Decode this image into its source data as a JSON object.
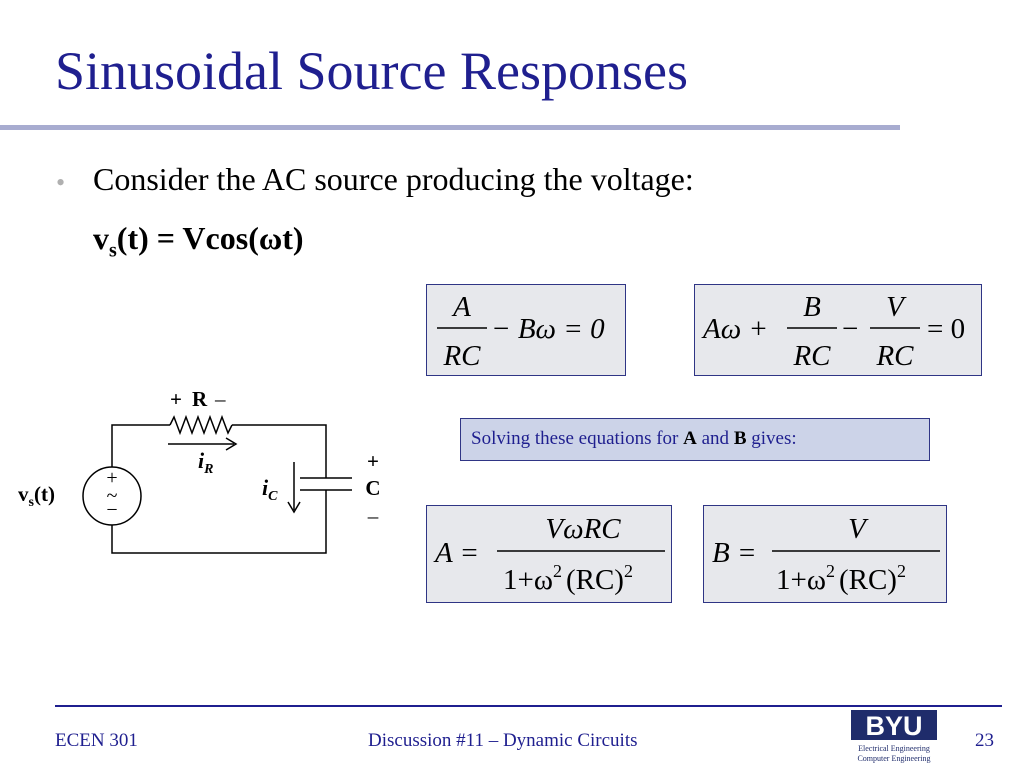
{
  "slide": {
    "title": "Sinusoidal Source Responses",
    "bullet": "Consider the AC source producing the voltage:",
    "source_equation": {
      "v": "v",
      "sub": "s",
      "rest": "(t) = Vcos(ωt)"
    }
  },
  "equations": {
    "eq1": {
      "num": "A",
      "den": "RC",
      "rest": "− Bω = 0"
    },
    "eq2": {
      "lead": "Aω +",
      "num1": "B",
      "den1": "RC",
      "minus": "−",
      "num2": "V",
      "den2": "RC",
      "rest": "= 0"
    },
    "solving": {
      "pre": "Solving these equations for ",
      "a": "A",
      "and": " and ",
      "b": "B",
      "post": " gives:"
    },
    "solA": {
      "lhs": "A =",
      "num": "VωRC",
      "den_lead": "1+ω",
      "den_exp": "2",
      "den_mid": "(RC)",
      "den_exp2": "2"
    },
    "solB": {
      "lhs": "B =",
      "num": "V",
      "den_lead": "1+ω",
      "den_exp": "2",
      "den_mid": "(RC)",
      "den_exp2": "2"
    }
  },
  "circuit": {
    "source_label_v": "v",
    "source_label_sub": "s",
    "source_label_rest": "(t)",
    "source_plus": "+",
    "source_tilde": "~",
    "source_minus": "−",
    "resistor_plus": "+",
    "resistor_label": "R",
    "resistor_minus": "–",
    "ir_i": "i",
    "ir_sub": "R",
    "ic_i": "i",
    "ic_sub": "C",
    "cap_plus": "+",
    "cap_label": "C",
    "cap_minus": "–"
  },
  "footer": {
    "course": "ECEN 301",
    "discussion": "Discussion #11 – Dynamic Circuits",
    "page": "23",
    "logo_text": "BYU",
    "logo_sub1": "Electrical Engineering",
    "logo_sub2": "Computer Engineering"
  },
  "colors": {
    "title": "#1f1f8f",
    "rule": "#a8acd0",
    "box_fill": "#e7e8ec",
    "box_border": "#2f3585",
    "callout_fill": "#ccd3e8"
  }
}
